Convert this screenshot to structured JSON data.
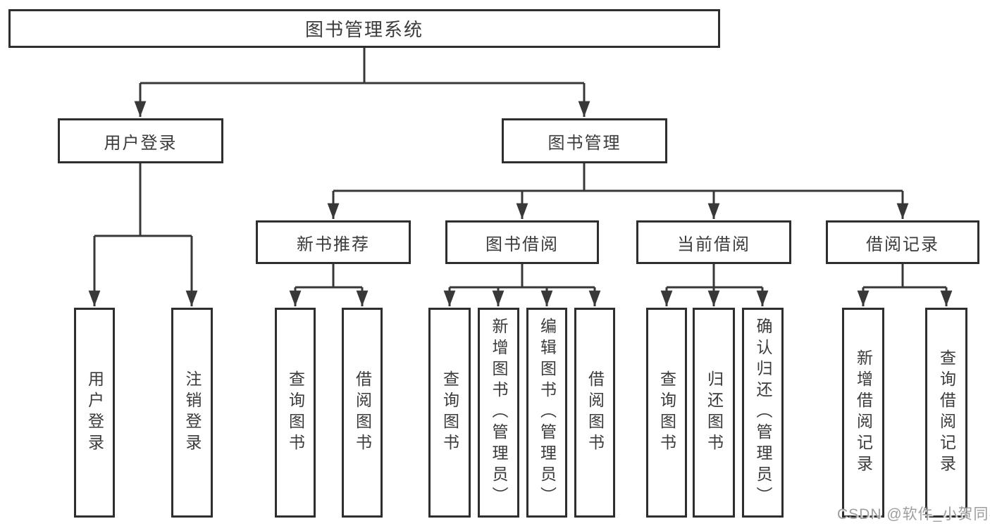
{
  "colors": {
    "background": "#ffffff",
    "box_border": "#2e2e2e",
    "connector_line": "#383838",
    "text": "#3b3b3b",
    "watermark": "#9d9d9d"
  },
  "watermark": {
    "text": "CSDN @软件_小贺同学"
  },
  "tree": {
    "label": "图书管理系统",
    "children": [
      {
        "label": "用户登录",
        "children": [
          {
            "label": "用户登录"
          },
          {
            "label": "注销登录"
          }
        ]
      },
      {
        "label": "图书管理",
        "children": [
          {
            "label": "新书推荐",
            "children": [
              {
                "label": "查询图书"
              },
              {
                "label": "借阅图书"
              }
            ]
          },
          {
            "label": "图书借阅",
            "children": [
              {
                "label": "查询图书"
              },
              {
                "label": "新增图书（管理员）"
              },
              {
                "label": "编辑图书（管理员）"
              },
              {
                "label": "借阅图书"
              }
            ]
          },
          {
            "label": "当前借阅",
            "children": [
              {
                "label": "查询图书"
              },
              {
                "label": "归还图书"
              },
              {
                "label": "确认归还（管理员）"
              }
            ]
          },
          {
            "label": "借阅记录",
            "children": [
              {
                "label": "新增借阅记录"
              },
              {
                "label": "查询借阅记录"
              }
            ]
          }
        ]
      }
    ]
  }
}
